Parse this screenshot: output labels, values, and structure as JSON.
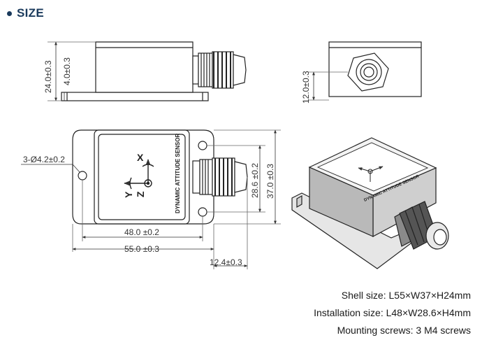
{
  "heading": {
    "title": "SIZE",
    "accent": "#1a3a5c"
  },
  "dimensions": {
    "height_total": "24.0±0.3",
    "base_height": "4.0±0.3",
    "connector_height": "12.0±0.3",
    "hole_spec": "3-Ø4.2±0.2",
    "inner_width": "28.6 ±0.2",
    "outer_width": "37.0 ±0.3",
    "inner_length": "48.0 ±0.2",
    "outer_length": "55.0 ±0.3",
    "connector_length": "12.4±0.3"
  },
  "sensor_label": "DYNAMIC ATTITUDE SENSOR",
  "axes": {
    "x": "X",
    "y": "Y",
    "z": "Z"
  },
  "specs": [
    "Shell size: L55×W37×H24mm",
    "Installation size: L48×W28.6×H4mm",
    "Mounting screws: 3 M4 screws"
  ]
}
